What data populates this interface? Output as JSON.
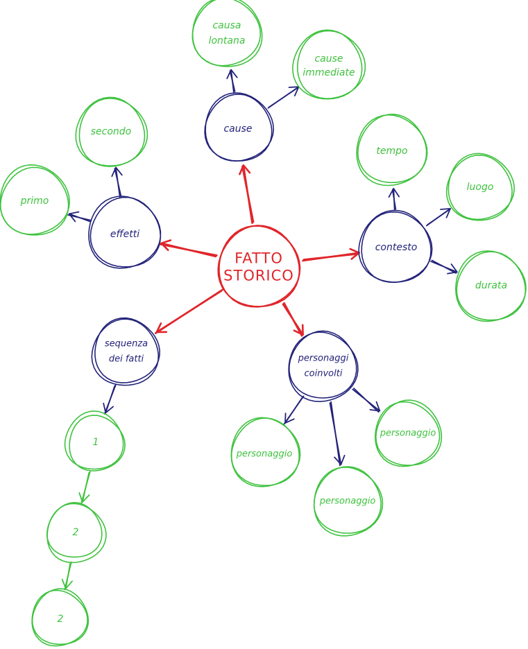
{
  "colors": {
    "main": "#e0262b",
    "primary": "#23237a",
    "secondary": "#3fc23f",
    "background": "#ffffff"
  },
  "nodes": {
    "center": {
      "lines": [
        "FATTO",
        "STORICO"
      ],
      "level": "main"
    },
    "cause": {
      "lines": [
        "cause"
      ],
      "level": "primary"
    },
    "effetti": {
      "lines": [
        "effetti"
      ],
      "level": "primary"
    },
    "contesto": {
      "lines": [
        "contesto"
      ],
      "level": "primary"
    },
    "sequenza": {
      "lines": [
        "sequenza",
        "dei fatti"
      ],
      "level": "primary"
    },
    "personaggi_coinvolti": {
      "lines": [
        "personaggi",
        "coinvolti"
      ],
      "level": "primary"
    },
    "causa_lontana": {
      "lines": [
        "causa",
        "lontana"
      ],
      "level": "secondary"
    },
    "cause_immediate": {
      "lines": [
        "cause",
        "immediate"
      ],
      "level": "secondary"
    },
    "primo": {
      "lines": [
        "primo"
      ],
      "level": "secondary"
    },
    "secondo": {
      "lines": [
        "secondo"
      ],
      "level": "secondary"
    },
    "tempo": {
      "lines": [
        "tempo"
      ],
      "level": "secondary"
    },
    "luogo": {
      "lines": [
        "luogo"
      ],
      "level": "secondary"
    },
    "durata": {
      "lines": [
        "durata"
      ],
      "level": "secondary"
    },
    "fatto_1": {
      "lines": [
        "1"
      ],
      "level": "secondary"
    },
    "fatto_2": {
      "lines": [
        "2"
      ],
      "level": "secondary"
    },
    "fatto_3": {
      "lines": [
        "2"
      ],
      "level": "secondary"
    },
    "personaggio_a": {
      "lines": [
        "personaggio"
      ],
      "level": "secondary"
    },
    "personaggio_b": {
      "lines": [
        "personaggio"
      ],
      "level": "secondary"
    },
    "personaggio_c": {
      "lines": [
        "personaggio"
      ],
      "level": "secondary"
    }
  },
  "edges": [
    {
      "from": "center",
      "to": "cause"
    },
    {
      "from": "center",
      "to": "effetti"
    },
    {
      "from": "center",
      "to": "contesto"
    },
    {
      "from": "center",
      "to": "sequenza"
    },
    {
      "from": "center",
      "to": "personaggi_coinvolti"
    },
    {
      "from": "cause",
      "to": "causa_lontana"
    },
    {
      "from": "cause",
      "to": "cause_immediate"
    },
    {
      "from": "effetti",
      "to": "primo"
    },
    {
      "from": "effetti",
      "to": "secondo"
    },
    {
      "from": "contesto",
      "to": "tempo"
    },
    {
      "from": "contesto",
      "to": "luogo"
    },
    {
      "from": "contesto",
      "to": "durata"
    },
    {
      "from": "sequenza",
      "to": "fatto_1"
    },
    {
      "from": "fatto_1",
      "to": "fatto_2"
    },
    {
      "from": "fatto_2",
      "to": "fatto_3"
    },
    {
      "from": "personaggi_coinvolti",
      "to": "personaggio_a"
    },
    {
      "from": "personaggi_coinvolti",
      "to": "personaggio_b"
    },
    {
      "from": "personaggi_coinvolti",
      "to": "personaggio_c"
    }
  ]
}
